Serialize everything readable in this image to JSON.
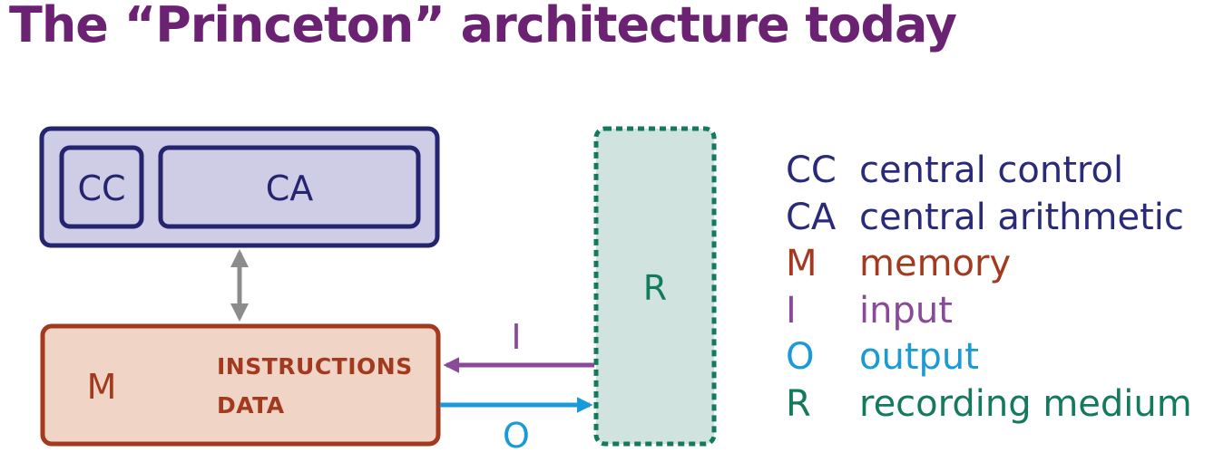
{
  "title": "The “Princeton” architecture today",
  "diagram": {
    "cpu": {
      "cc": "CC",
      "ca": "CA"
    },
    "memory": {
      "label": "M",
      "line1": "INSTRUCTIONS",
      "line2": "DATA"
    },
    "recording": {
      "label": "R"
    },
    "input_arrow_label": "I",
    "output_arrow_label": "O"
  },
  "legend": [
    {
      "key": "CC",
      "desc": "central control",
      "color": "#2a2a7a"
    },
    {
      "key": "CA",
      "desc": "central arithmetic",
      "color": "#2a2a7a"
    },
    {
      "key": "M",
      "desc": "memory",
      "color": "#a33a20"
    },
    {
      "key": "I",
      "desc": "input",
      "color": "#8a4a9a"
    },
    {
      "key": "O",
      "desc": "output",
      "color": "#1a9ad8"
    },
    {
      "key": "R",
      "desc": "recording medium",
      "color": "#147a5e"
    }
  ],
  "colors": {
    "title": "#6b2273",
    "cpu_fill": "#cfcde6",
    "cpu_stroke": "#25246e",
    "memory_fill": "#f0d5c6",
    "memory_stroke": "#a33a20",
    "recording_fill": "#d0e3de",
    "recording_stroke": "#147a5e",
    "bus_arrow": "#8c8c8c",
    "input_arrow": "#8a4a9a",
    "output_arrow": "#1a9ad8"
  }
}
